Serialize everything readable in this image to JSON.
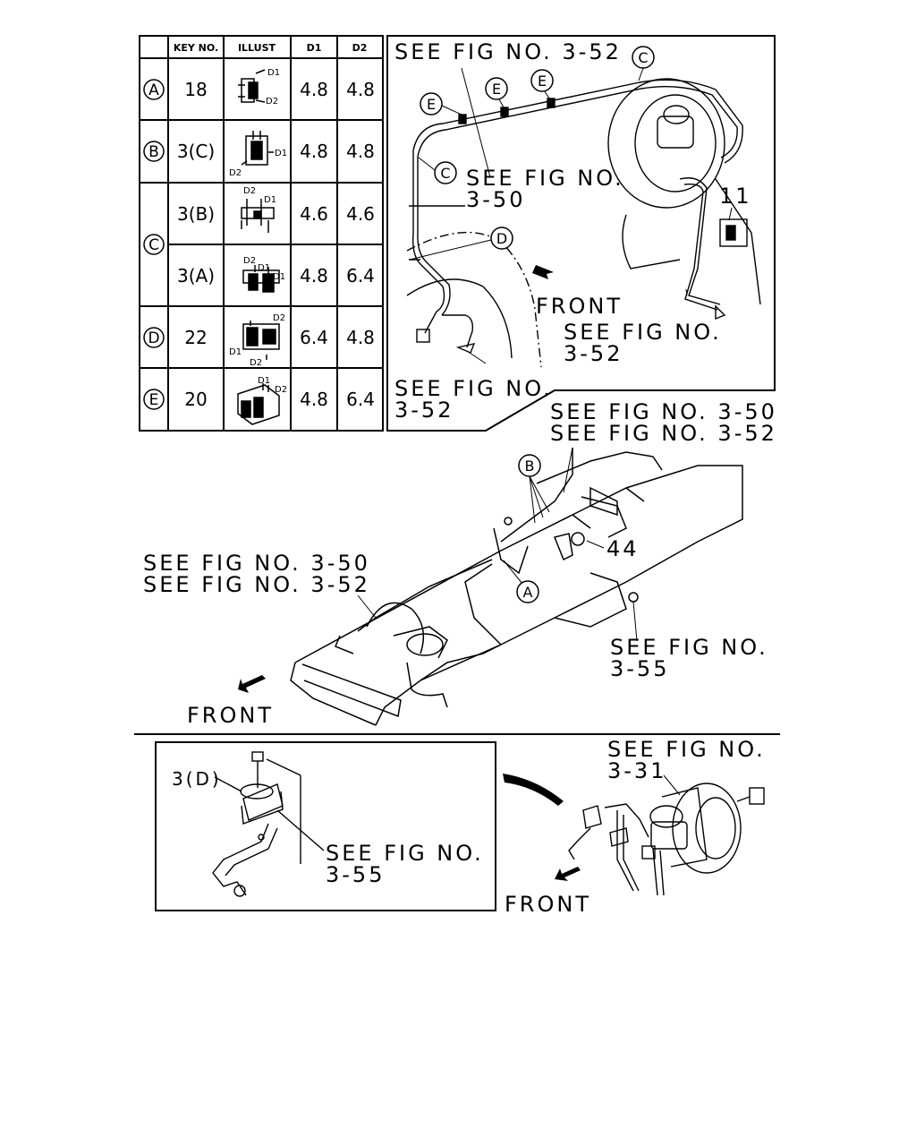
{
  "table": {
    "headers": [
      "KEY NO.",
      "ILLUST",
      "D1",
      "D2"
    ],
    "rows": [
      {
        "ref": "A",
        "key": "18",
        "d1": "4.8",
        "d2": "4.8"
      },
      {
        "ref": "B",
        "key": "3(C)",
        "d1": "4.8",
        "d2": "4.8"
      },
      {
        "ref": "C",
        "key": "3(B)",
        "d1": "4.6",
        "d2": "4.6"
      },
      {
        "ref": "",
        "key": "3(A)",
        "d1": "4.8",
        "d2": "6.4"
      },
      {
        "ref": "D",
        "key": "22",
        "d1": "6.4",
        "d2": "4.8"
      },
      {
        "ref": "E",
        "key": "20",
        "d1": "4.8",
        "d2": "6.4"
      }
    ],
    "illust_tags": {
      "d1": "D1",
      "d2": "D2"
    }
  },
  "top_view": {
    "see_3_52_top": "SEE FIG NO. 3-52",
    "see_3_50_a": "SEE FIG NO.",
    "see_3_50_b": "3-50",
    "front": "FRONT",
    "see_3_52_right_a": "SEE FIG NO.",
    "see_3_52_right_b": "3-52",
    "see_3_52_bottom_a": "SEE FIG NO.",
    "see_3_52_bottom_b": "3-52",
    "part_11": "11",
    "callouts": [
      "C",
      "E",
      "E",
      "E",
      "C",
      "D"
    ]
  },
  "frame_view": {
    "see_3_50_top": "SEE FIG NO. 3-50",
    "see_3_52_top": "SEE FIG NO. 3-52",
    "see_3_50_left": "SEE FIG NO. 3-50",
    "see_3_52_left": "SEE FIG NO. 3-52",
    "see_3_55_a": "SEE FIG NO.",
    "see_3_55_b": "3-55",
    "part_44": "44",
    "callout_b": "B",
    "callout_a": "A",
    "front": "FRONT"
  },
  "detail_view": {
    "part_3d": "3(D)",
    "see_3_55_a": "SEE FIG NO.",
    "see_3_55_b": "3-55"
  },
  "booster_view": {
    "see_3_31_a": "SEE FIG NO.",
    "see_3_31_b": "3-31",
    "front": "FRONT"
  }
}
